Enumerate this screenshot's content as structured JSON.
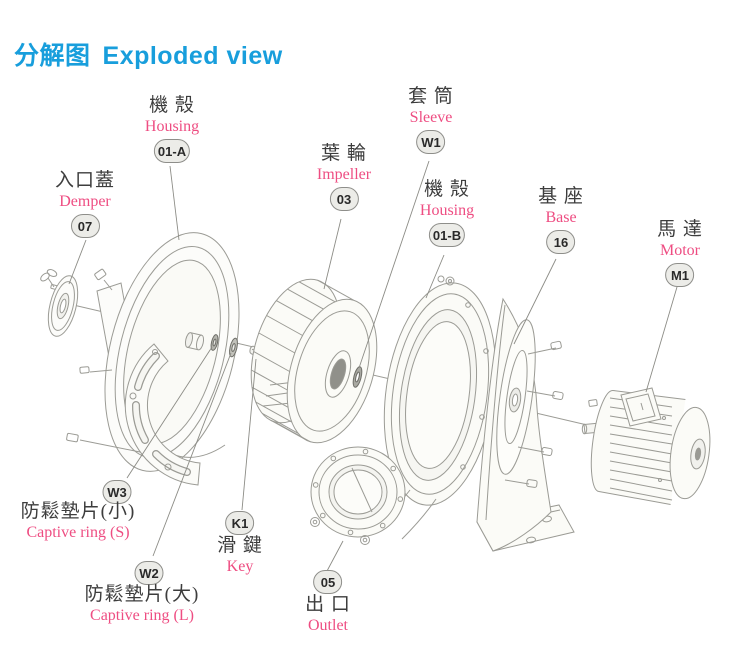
{
  "title": {
    "zh": "分解图",
    "en": "Exploded view"
  },
  "colors": {
    "accent": "#189EDC",
    "label_en_pink": "#EE4D82",
    "label_zh": "#3D3D3D",
    "line_art": "#9B9B95"
  },
  "parts": {
    "housing_a": {
      "zh": "機 殼",
      "en": "Housing",
      "code": "01-A"
    },
    "demper": {
      "zh": "入口蓋",
      "en": "Demper",
      "code": "07"
    },
    "impeller": {
      "zh": "葉 輪",
      "en": "Impeller",
      "code": "03"
    },
    "sleeve": {
      "zh": "套 筒",
      "en": "Sleeve",
      "code": "W1"
    },
    "housing_b": {
      "zh": "機 殼",
      "en": "Housing",
      "code": "01-B"
    },
    "base": {
      "zh": "基 座",
      "en": "Base",
      "code": "16"
    },
    "motor": {
      "zh": "馬 達",
      "en": "Motor",
      "code": "M1"
    },
    "captive_ring_s": {
      "zh": "防鬆墊片(小)",
      "en": "Captive ring (S)",
      "code": "W3"
    },
    "captive_ring_l": {
      "zh": "防鬆墊片(大)",
      "en": "Captive ring (L)",
      "code": "W2"
    },
    "key": {
      "zh": "滑 鍵",
      "en": "Key",
      "code": "K1"
    },
    "outlet": {
      "zh": "出 口",
      "en": "Outlet",
      "code": "05"
    }
  }
}
